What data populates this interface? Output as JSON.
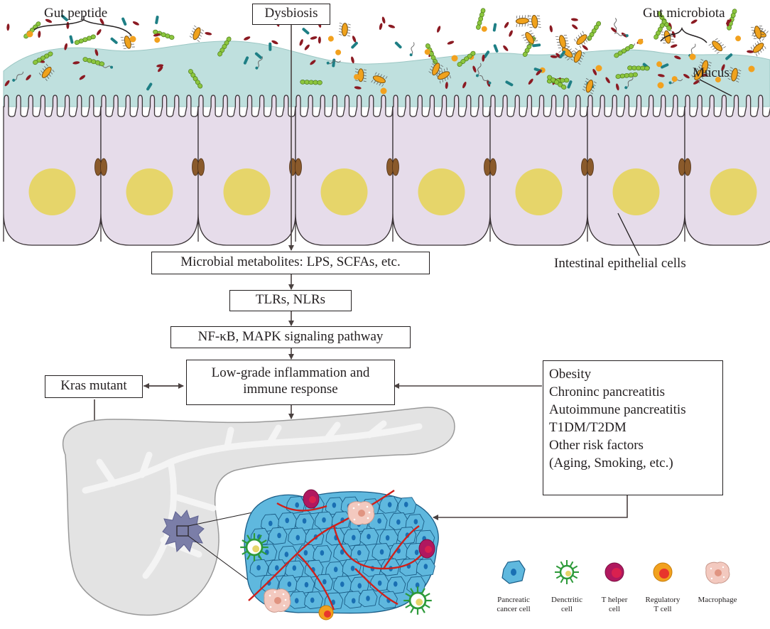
{
  "labels": {
    "gut_peptide": "Gut peptide",
    "gut_microbiota": "Gut microbiota",
    "mucus": "Mucus",
    "intestinal_epithelial_cells": "Intestinal epithelial cells"
  },
  "flow": {
    "dysbiosis": "Dysbiosis",
    "metabolites": "Microbial metabolites: LPS, SCFAs, etc.",
    "receptors": "TLRs, NLRs",
    "signaling": "NF-κB, MAPK signaling pathway",
    "inflammation_line1": "Low-grade inflammation and",
    "inflammation_line2": "immune response",
    "kras": "Kras mutant"
  },
  "risk_factors": [
    "Obesity",
    "Chroninc pancreatitis",
    "Autoimmune pancreatitis",
    "T1DM/T2DM",
    "Other risk factors",
    "(Aging, Smoking, etc.)"
  ],
  "legend": [
    {
      "line1": "Pancreatic",
      "line2": "cancer cell",
      "icon": "pancreatic-cancer-cell-icon"
    },
    {
      "line1": "Denctritic",
      "line2": "cell",
      "icon": "dendritic-cell-icon"
    },
    {
      "line1": "T helper",
      "line2": "cell",
      "icon": "t-helper-cell-icon"
    },
    {
      "line1": "Regulatory",
      "line2": "T cell",
      "icon": "regulatory-t-cell-icon"
    },
    {
      "line1": "Macrophage",
      "line2": "",
      "icon": "macrophage-icon"
    }
  ],
  "colors": {
    "mucus": "#bfe0de",
    "epithelium": "#e6dcea",
    "nucleus": "#e6d56a",
    "junction": "#8a5a2b",
    "tumor_cell": "#5fb8de",
    "tumor_nucleus": "#1a6fb3",
    "vessel": "#d0201a",
    "pancreas": "#e3e3e3",
    "duct": "#f4f4f4"
  }
}
